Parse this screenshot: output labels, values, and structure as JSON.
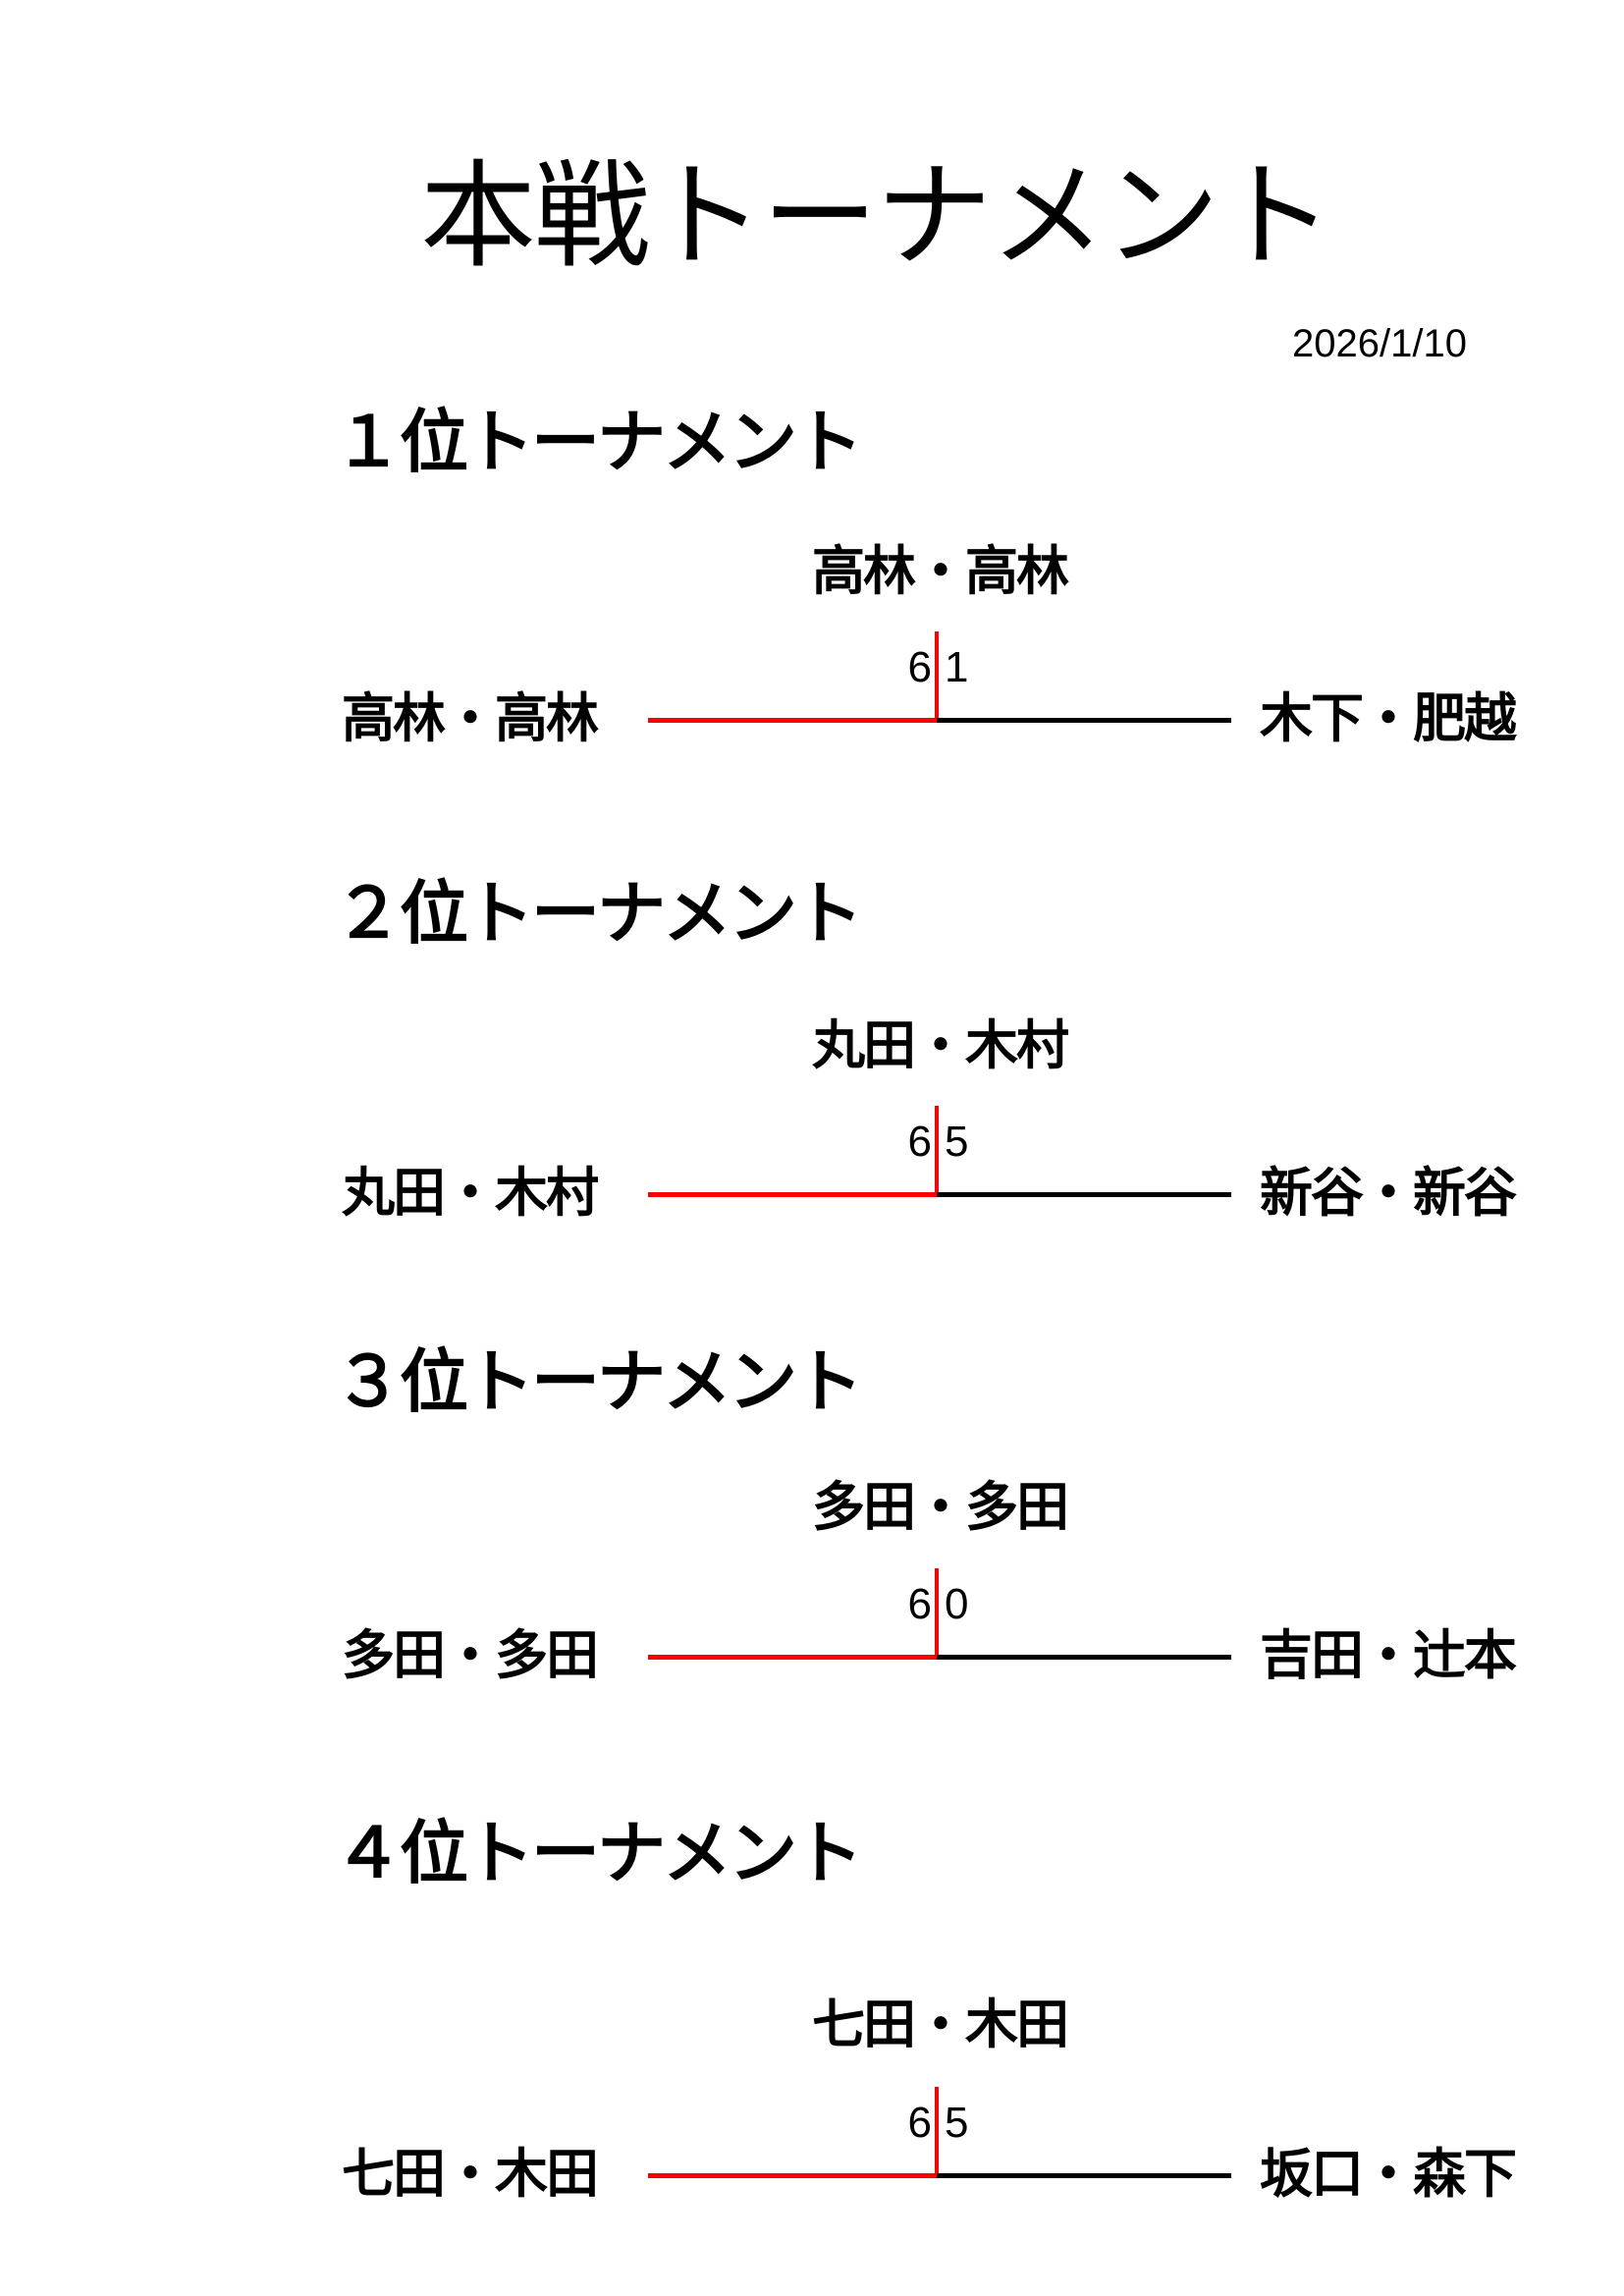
{
  "title": "本戦トーナメント",
  "date": "2026/1/10",
  "colors": {
    "winner_line": "#ff0000",
    "loser_line": "#000000"
  },
  "tournaments": [
    {
      "heading": "１位トーナメント",
      "winner": "高林・高林",
      "left": {
        "name": "高林・高林",
        "score": "6"
      },
      "right": {
        "name": "木下・肥越",
        "score": "1"
      }
    },
    {
      "heading": "２位トーナメント",
      "winner": "丸田・木村",
      "left": {
        "name": "丸田・木村",
        "score": "6"
      },
      "right": {
        "name": "新谷・新谷",
        "score": "5"
      }
    },
    {
      "heading": "３位トーナメント",
      "winner": "多田・多田",
      "left": {
        "name": "多田・多田",
        "score": "6"
      },
      "right": {
        "name": "吉田・辻本",
        "score": "0"
      }
    },
    {
      "heading": "４位トーナメント",
      "winner": "七田・木田",
      "left": {
        "name": "七田・木田",
        "score": "6"
      },
      "right": {
        "name": "坂口・森下",
        "score": "5"
      }
    }
  ]
}
